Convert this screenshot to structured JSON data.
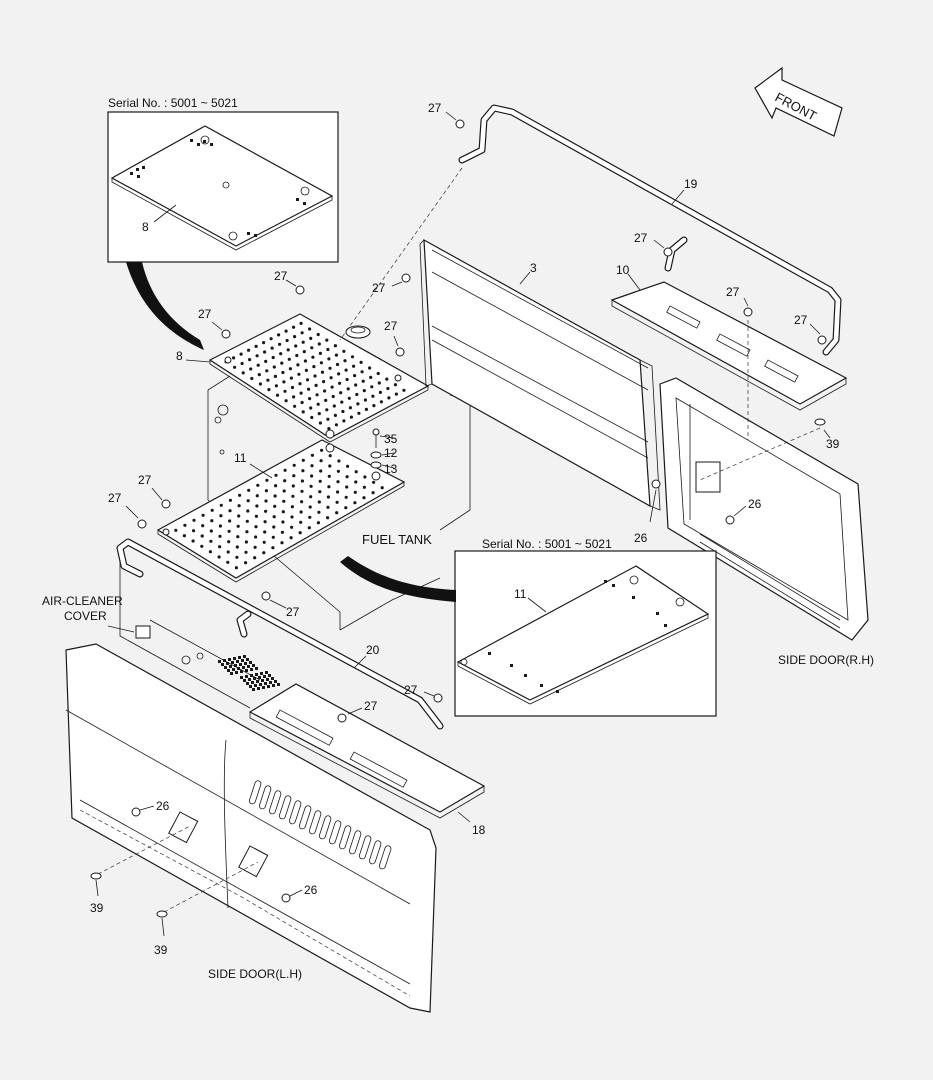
{
  "diagram": {
    "front_arrow": "FRONT",
    "serial_top": "Serial No. : 5001 ~ 5021",
    "serial_bottom": "Serial No. : 5001 ~ 5021",
    "fuel_tank": "FUEL TANK",
    "air_cleaner_line1": "AIR-CLEANER",
    "air_cleaner_line2": "COVER",
    "side_door_rh": "SIDE DOOR(R.H)",
    "side_door_lh": "SIDE DOOR(L.H)",
    "callouts": {
      "c8_inset": "8",
      "c8": "8",
      "c11_inset": "11",
      "c11": "11",
      "c3": "3",
      "c10": "10",
      "c12": "12",
      "c13": "13",
      "c18": "18",
      "c19": "19",
      "c20": "20",
      "c35": "35",
      "c26_a": "26",
      "c26_b": "26",
      "c26_c": "26",
      "c26_d": "26",
      "c39_a": "39",
      "c39_b": "39",
      "c39_c": "39",
      "c27_a": "27",
      "c27_b": "27",
      "c27_c": "27",
      "c27_d": "27",
      "c27_e": "27",
      "c27_f": "27",
      "c27_g": "27",
      "c27_h": "27",
      "c27_i": "27",
      "c27_j": "27",
      "c27_k": "27",
      "c27_l": "27",
      "c27_m": "27"
    }
  }
}
